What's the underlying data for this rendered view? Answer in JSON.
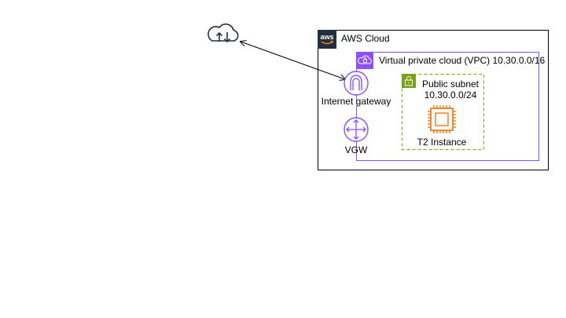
{
  "diagram": {
    "aws_cloud": {
      "label": "AWS Cloud",
      "badge_text": "aws",
      "icon": "aws-logo-icon",
      "border_color": "#000000",
      "badge_color": "#232f3e"
    },
    "vpc": {
      "label": "Virtual private cloud (VPC) 10.30.0.0/16",
      "icon": "vpc-cloud-lock-icon",
      "color": "#8c4fff"
    },
    "public_subnet": {
      "label_line1": "Public subnet",
      "label_line2": "10.30.0.0/24",
      "icon": "padlock-icon",
      "color": "#7aa116"
    },
    "internet_gateway": {
      "label": "Internet gateway",
      "icon": "internet-gateway-icon",
      "color": "#8c4fff"
    },
    "vgw": {
      "label": "VGW",
      "icon": "virtual-gateway-icon",
      "color": "#8c4fff"
    },
    "ec2_instance": {
      "label": "T2 Instance",
      "icon": "ec2-chip-icon",
      "color": "#ed7100"
    },
    "internet": {
      "icon": "cloud-upload-download-icon",
      "color": "#232f3e"
    },
    "connection": {
      "from": "internet",
      "to": "internet_gateway",
      "style": "bidirectional-arrow"
    }
  }
}
